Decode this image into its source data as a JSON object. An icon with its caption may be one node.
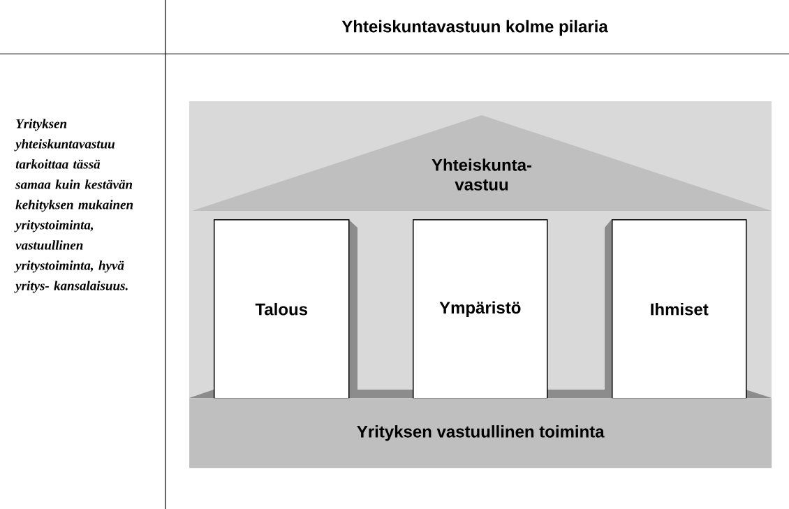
{
  "diagram": {
    "title": "Yhteiskuntavastuun kolme pilaria",
    "nodes": [
      {
        "text": [
          "Yhteiskunta- vastuu"
        ]
      },
      {
        "text": [
          "Talous"
        ]
      },
      {
        "text": [
          "Ympäristö"
        ]
      },
      {
        "text": [
          "Ihmiset"
        ]
      },
      {
        "text": [
          "Yrityksen vastuullinen toiminta"
        ]
      }
    ],
    "labels": [
      "Yrityksen yhteiskuntavastuu tarkoittaa tässä samaa kuin kestävän kehityksen mukainen yritystoiminta, vastuullinen yritystoiminta, hyvä yritys- kansalaisuus."
    ]
  }
}
